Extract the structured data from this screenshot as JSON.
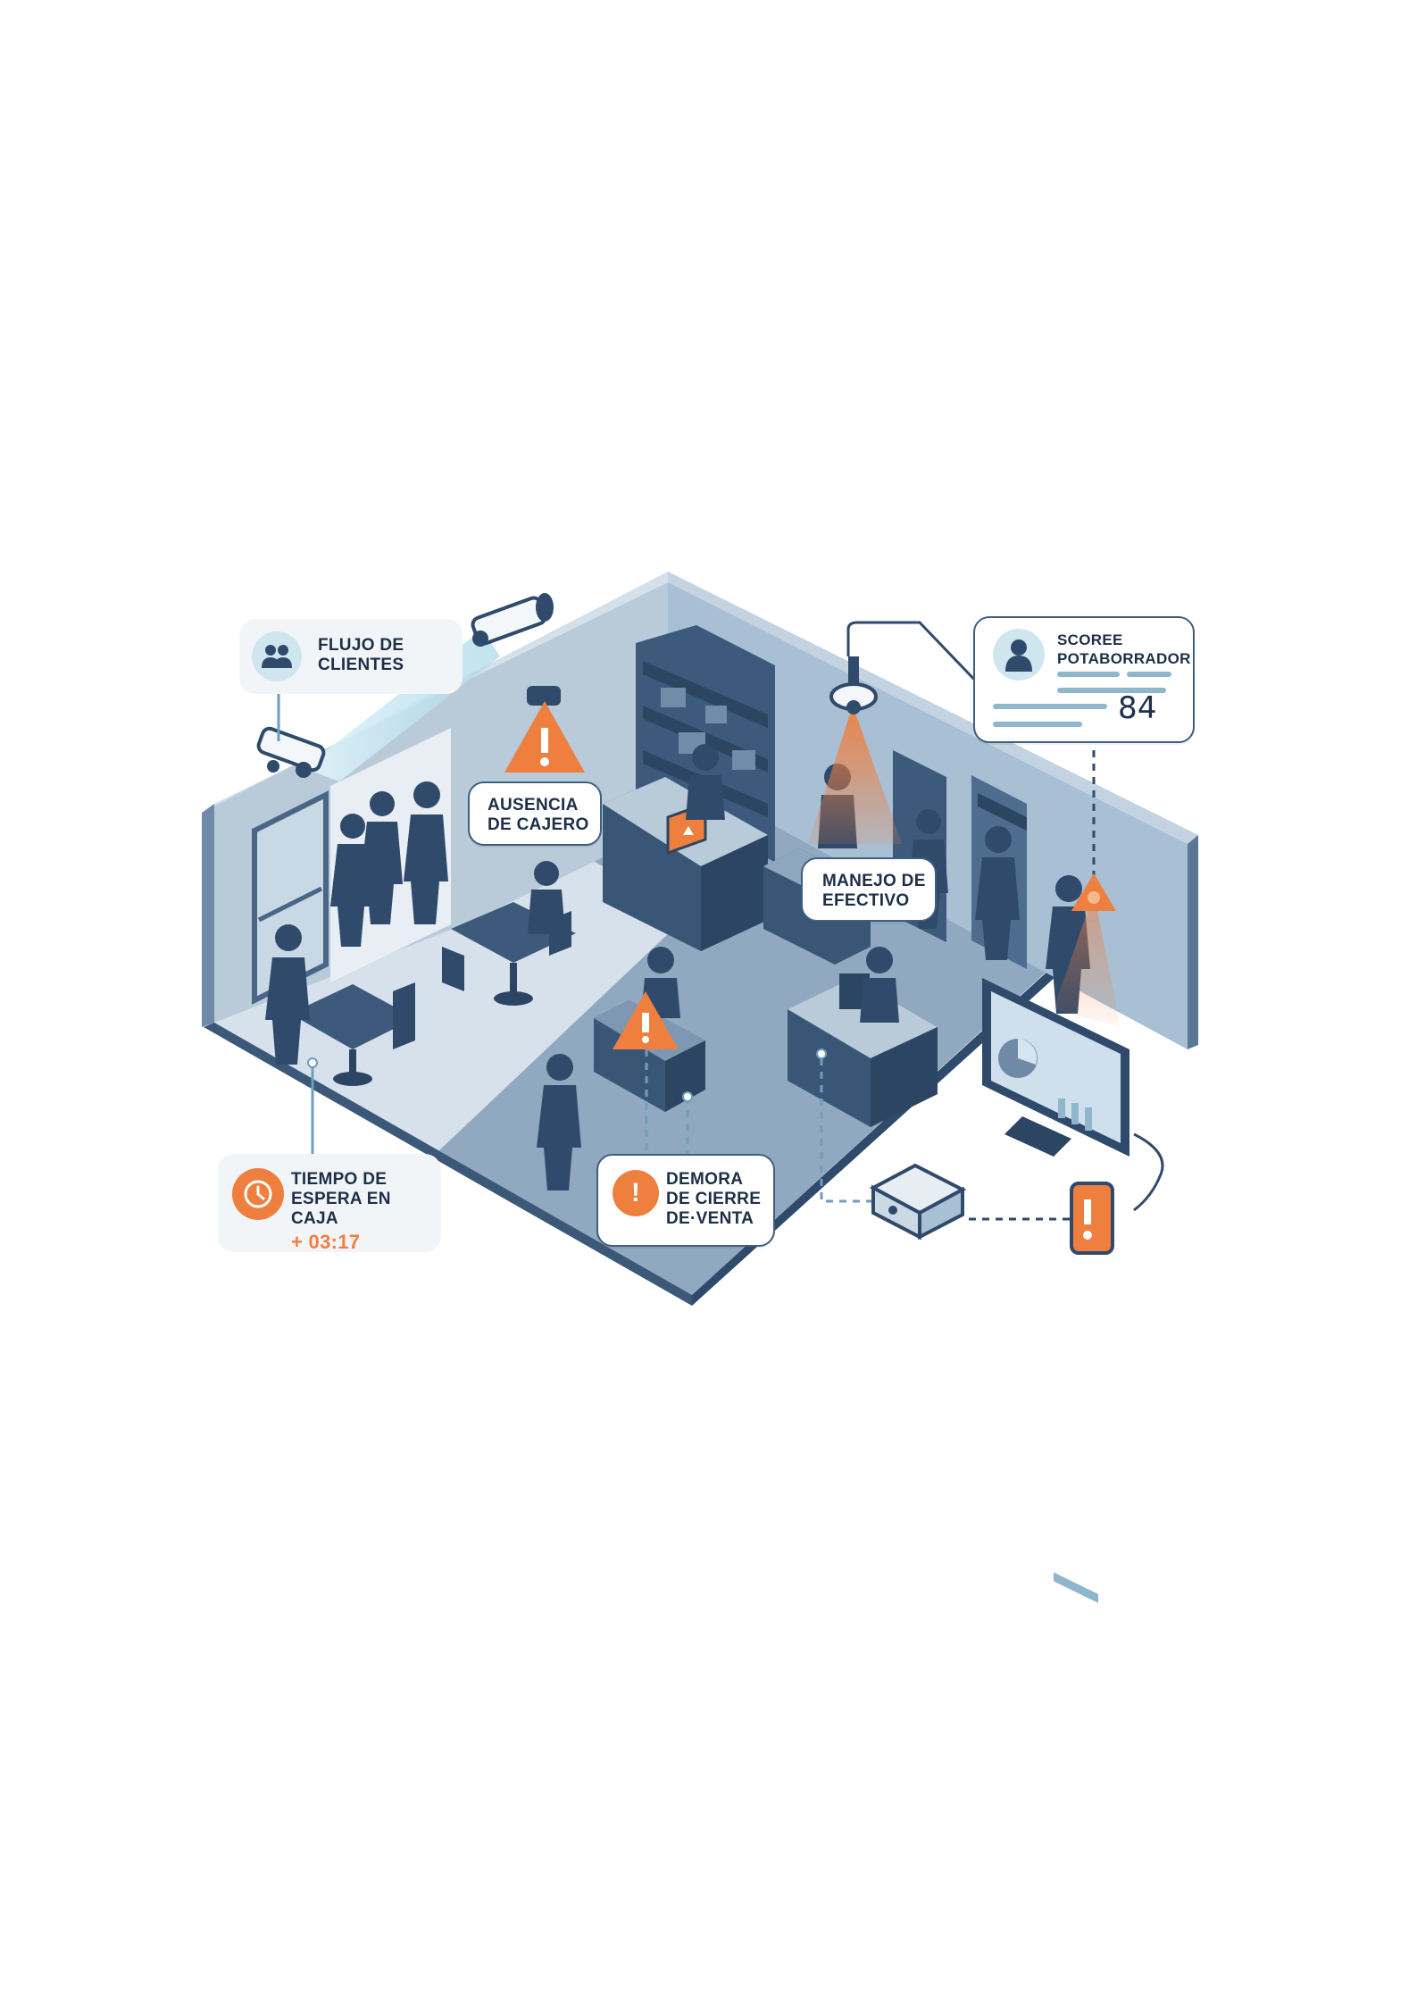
{
  "callouts": {
    "flujo": {
      "line1": "FLUJO DE",
      "line2": "CLIENTES",
      "icon": "people-icon"
    },
    "ausencia": {
      "line1": "AUSENCIA",
      "line2": "DE CAJERO"
    },
    "manejo": {
      "line1": "MANEJO DE",
      "line2": "EFECTIVO"
    },
    "score": {
      "line1": "SCOREE",
      "line2": "POTABORRADOR",
      "value": "84",
      "icon": "person-icon"
    },
    "tiempo": {
      "line1": "TIEMPO DE",
      "line2": "ESPERA EN CAJA",
      "value": "+ 03:17",
      "icon": "clock-icon"
    },
    "demora": {
      "line1": "DEMORA",
      "line2": "DE CIERRE",
      "line3": "DE·VENTA",
      "icon": "exclamation-icon"
    }
  },
  "icons": {
    "warning": "warning-triangle-icon",
    "camera": "security-camera-icon",
    "dome_camera": "dome-camera-icon",
    "phone_alert": "phone-alert-icon",
    "monitor": "dashboard-monitor-icon",
    "hub": "network-hub-icon"
  },
  "colors": {
    "accent": "#ee7f3f",
    "dark": "#2f4a6b",
    "floor": "#90a8c0",
    "wall": "#a9bfd3",
    "light_floor": "#d6e1eb",
    "beam": "#bfe3ef"
  },
  "exclamation": "!"
}
